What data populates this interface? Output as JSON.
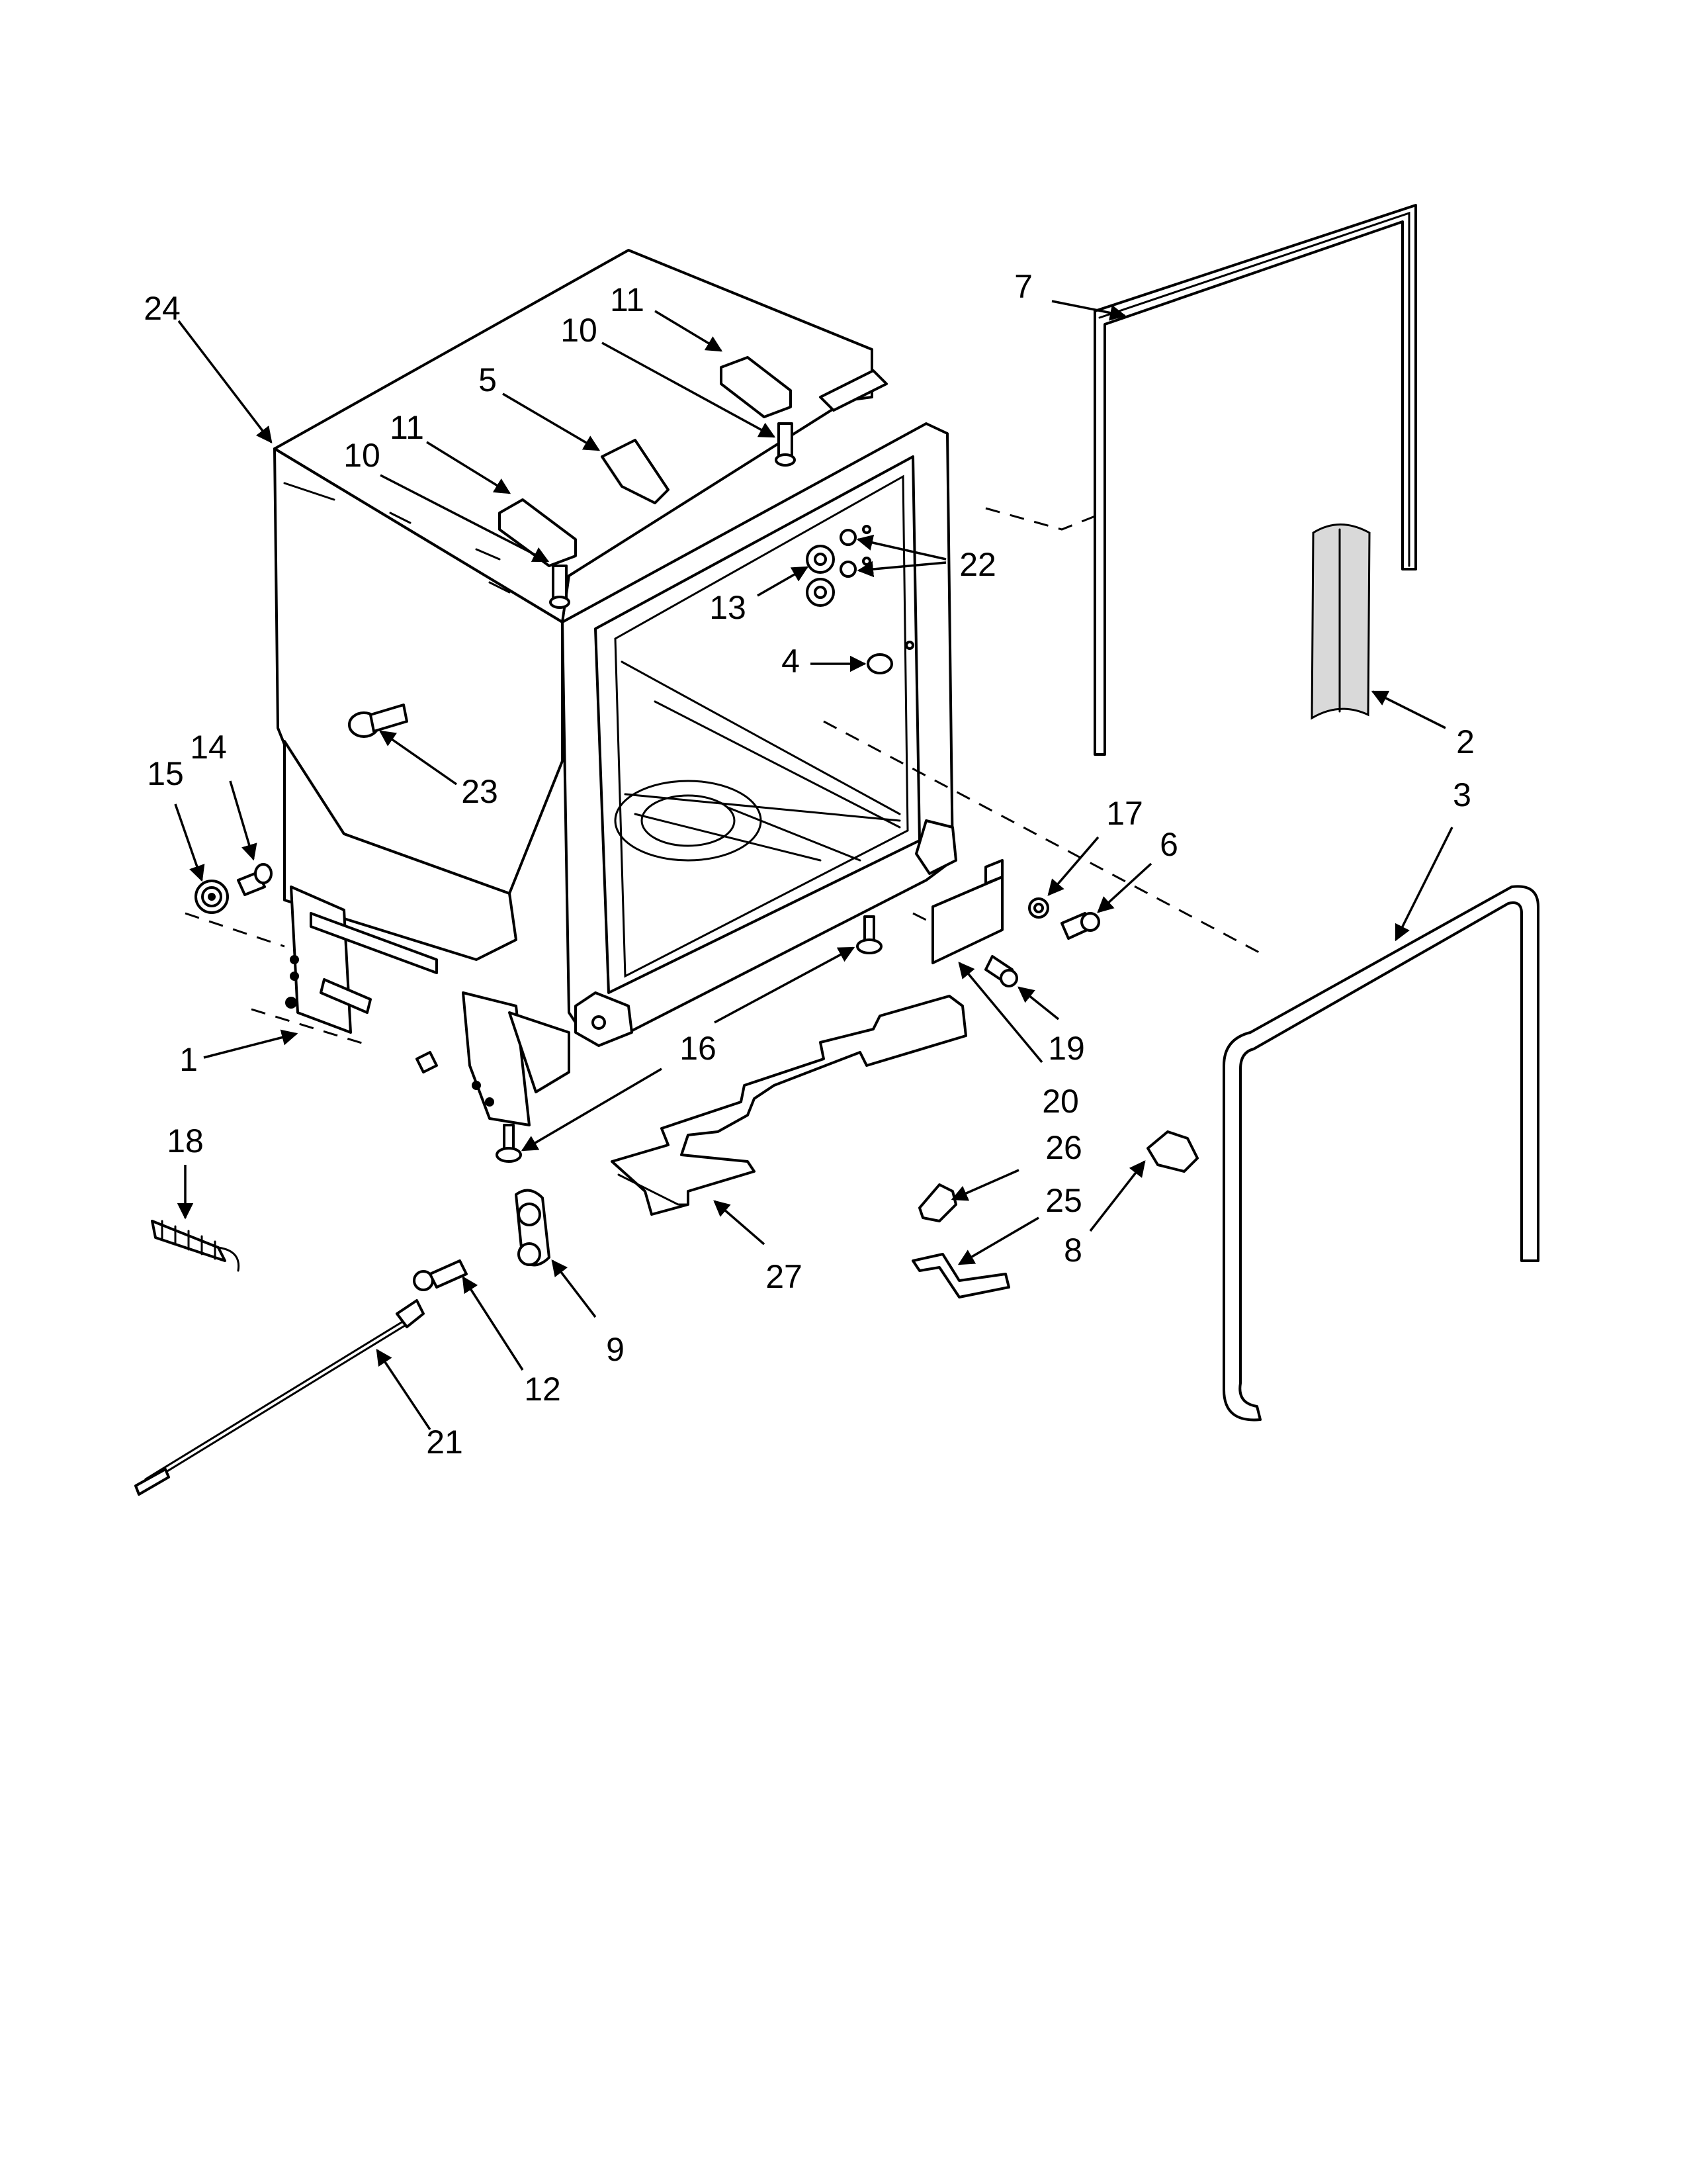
{
  "callouts": [
    {
      "id": "c24",
      "label": "24"
    },
    {
      "id": "c11a",
      "label": "11"
    },
    {
      "id": "c10a",
      "label": "10"
    },
    {
      "id": "c5",
      "label": "5"
    },
    {
      "id": "c11b",
      "label": "11"
    },
    {
      "id": "c10b",
      "label": "10"
    },
    {
      "id": "c7",
      "label": "7"
    },
    {
      "id": "c22",
      "label": "22"
    },
    {
      "id": "c13",
      "label": "13"
    },
    {
      "id": "c4",
      "label": "4"
    },
    {
      "id": "c23",
      "label": "23"
    },
    {
      "id": "c2",
      "label": "2"
    },
    {
      "id": "c3",
      "label": "3"
    },
    {
      "id": "c15",
      "label": "15"
    },
    {
      "id": "c14",
      "label": "14"
    },
    {
      "id": "c17",
      "label": "17"
    },
    {
      "id": "c6",
      "label": "6"
    },
    {
      "id": "c1",
      "label": "1"
    },
    {
      "id": "c16",
      "label": "16"
    },
    {
      "id": "c19",
      "label": "19"
    },
    {
      "id": "c20",
      "label": "20"
    },
    {
      "id": "c18",
      "label": "18"
    },
    {
      "id": "c26",
      "label": "26"
    },
    {
      "id": "c25",
      "label": "25"
    },
    {
      "id": "c8",
      "label": "8"
    },
    {
      "id": "c27",
      "label": "27"
    },
    {
      "id": "c9",
      "label": "9"
    },
    {
      "id": "c12",
      "label": "12"
    },
    {
      "id": "c21",
      "label": "21"
    }
  ]
}
